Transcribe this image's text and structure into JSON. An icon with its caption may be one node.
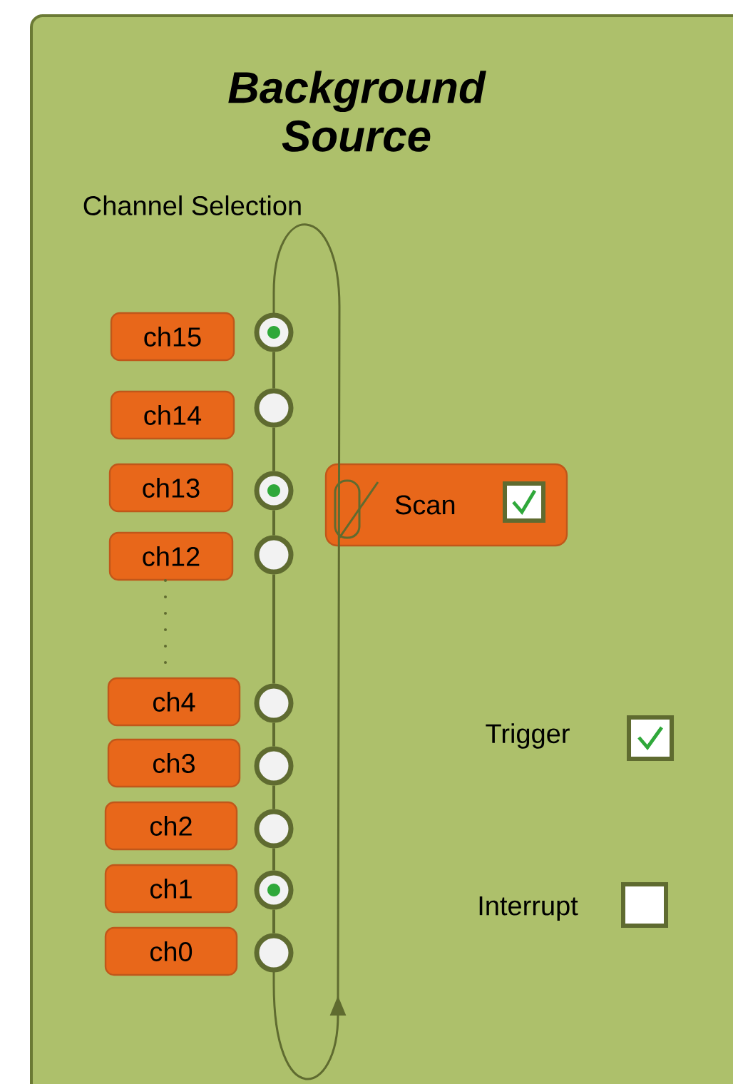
{
  "diagram": {
    "nodes": [
      {
        "text": [
          "Background Source"
        ]
      },
      {
        "text": [
          "ch15"
        ],
        "in": 0
      },
      {
        "text": [
          "ch14"
        ],
        "in": 0
      },
      {
        "text": [
          "ch13"
        ],
        "in": 0
      },
      {
        "text": [
          "ch12"
        ],
        "in": 0
      },
      {
        "text": [
          "ch4"
        ],
        "in": 0
      },
      {
        "text": [
          "ch3"
        ],
        "in": 0
      },
      {
        "text": [
          "ch2"
        ],
        "in": 0
      },
      {
        "text": [
          "ch1"
        ],
        "in": 0
      },
      {
        "text": [
          "ch0"
        ],
        "in": 0
      },
      {
        "text": [
          "Scan"
        ],
        "in": 0
      },
      {
        "text": [],
        "shape": "circle",
        "in": 0
      },
      {
        "text": [],
        "shape": "circle",
        "in": 0
      },
      {
        "text": [],
        "shape": "circle",
        "in": 0
      },
      {
        "text": [],
        "shape": "circle",
        "in": 0
      },
      {
        "text": [],
        "shape": "circle",
        "in": 0
      },
      {
        "text": [],
        "shape": "circle",
        "in": 0
      },
      {
        "text": [],
        "shape": "circle",
        "in": 0
      },
      {
        "text": [],
        "shape": "circle",
        "in": 0
      },
      {
        "text": [],
        "shape": "circle",
        "in": 0
      }
    ],
    "edges": [
      {
        "from": 11,
        "to": 12,
        "arrow": "none"
      },
      {
        "from": 12,
        "to": 13,
        "arrow": "none"
      },
      {
        "from": 13,
        "to": 14,
        "arrow": "none"
      },
      {
        "from": 14,
        "to": 15,
        "arrow": "none"
      },
      {
        "from": 15,
        "to": 16,
        "arrow": "none"
      },
      {
        "from": 16,
        "to": 17,
        "arrow": "none"
      },
      {
        "from": 17,
        "to": 18,
        "arrow": "none"
      },
      {
        "from": 18,
        "to": 19,
        "arrow": "none"
      }
    ],
    "labels": [
      "Channel Selection",
      "Trigger",
      "Interrupt"
    ]
  }
}
